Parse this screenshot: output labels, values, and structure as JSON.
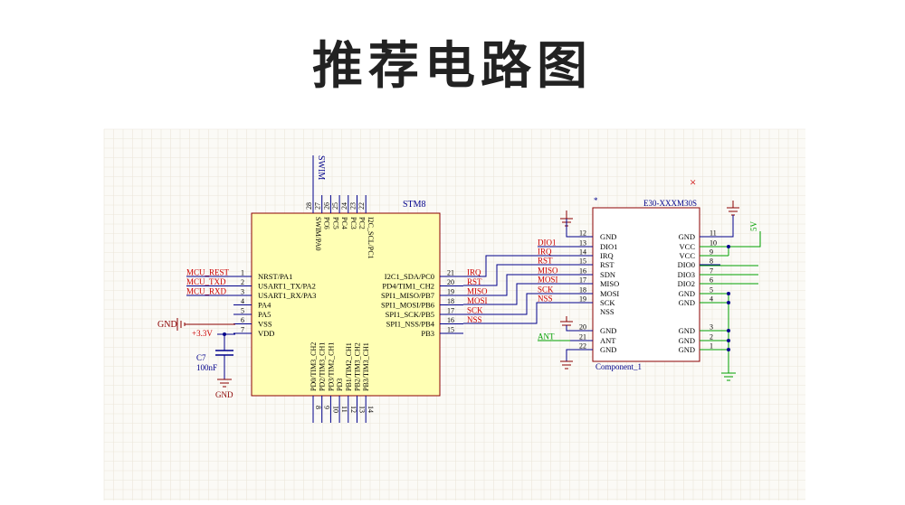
{
  "title": "推荐电路图",
  "colors": {
    "grid": "#e6e0d4",
    "chip_fill": "#ffffb4",
    "chip_border": "#8b0000",
    "wire": "#00008b",
    "net": "#cc0000",
    "green": "#00a000"
  },
  "stm8": {
    "name": "STM8",
    "top_pins": [
      {
        "num": "28",
        "name": "SWIM/PA0"
      },
      {
        "num": "27",
        "name": "PC6"
      },
      {
        "num": "26",
        "name": "PC5"
      },
      {
        "num": "25",
        "name": "PC4"
      },
      {
        "num": "24",
        "name": "PC3"
      },
      {
        "num": "23",
        "name": "PC2"
      },
      {
        "num": "22",
        "name": "I2C_SCL/PC1"
      }
    ],
    "left_pins": [
      {
        "num": "1",
        "name": "NRST/PA1",
        "net": "MCU_REST"
      },
      {
        "num": "2",
        "name": "USART1_TX/PA2",
        "net": "MCU_TXD"
      },
      {
        "num": "3",
        "name": "USART1_RX/PA3",
        "net": "MCU_RXD"
      },
      {
        "num": "4",
        "name": "PA4",
        "net": ""
      },
      {
        "num": "5",
        "name": "PA5",
        "net": ""
      },
      {
        "num": "6",
        "name": "VSS",
        "net": ""
      },
      {
        "num": "7",
        "name": "VDD",
        "net": ""
      }
    ],
    "right_pins": [
      {
        "num": "21",
        "name": "I2C1_SDA/PC0",
        "net": "IRQ"
      },
      {
        "num": "20",
        "name": "PD4/TIM1_CH2",
        "net": "RST"
      },
      {
        "num": "19",
        "name": "SPI1_MISO/PB7",
        "net": "MISO"
      },
      {
        "num": "18",
        "name": "SPI1_MOSI/PB6",
        "net": "MOSI"
      },
      {
        "num": "17",
        "name": "SPI1_SCK/PB5",
        "net": "SCK"
      },
      {
        "num": "16",
        "name": "SPI1_NSS/PB4",
        "net": "NSS"
      },
      {
        "num": "15",
        "name": "PB3",
        "net": ""
      }
    ],
    "bottom_pins": [
      {
        "num": "8",
        "name": "PD0/TIM3_CH2"
      },
      {
        "num": "9",
        "name": "PD2/TIM3_CH1"
      },
      {
        "num": "10",
        "name": "PD3/TIM2_CH1"
      },
      {
        "num": "11",
        "name": "PD3"
      },
      {
        "num": "12",
        "name": "PB1/TIM2_CH1"
      },
      {
        "num": "13",
        "name": "PB2/TIM3_CH2"
      },
      {
        "num": "14",
        "name": "PB3/TIM3_CH1"
      }
    ]
  },
  "swim_label": "SWIM",
  "gnd_left_label": "GND",
  "vdd_label": "+3.3V",
  "cap": {
    "name": "C7",
    "value": "100nF",
    "gnd": "GND"
  },
  "e30": {
    "name": "E30-XXXM30S",
    "footer": "Component_1",
    "star": "*",
    "cross": "×",
    "left_pins": [
      {
        "num": "12",
        "name": "GND",
        "net": ""
      },
      {
        "num": "13",
        "name": "DIO1",
        "net": "DIO1"
      },
      {
        "num": "14",
        "name": "IRQ",
        "net": "IRQ"
      },
      {
        "num": "15",
        "name": "RST",
        "net": "RST"
      },
      {
        "num": "16",
        "name": "SDN",
        "net": "MISO"
      },
      {
        "num": "17",
        "name": "MISO",
        "net": "MOSI"
      },
      {
        "num": "18",
        "name": "MOSI",
        "net": "SCK"
      },
      {
        "num": "19",
        "name": "SCK",
        "net": "NSS"
      },
      {
        "num": "",
        "name": "NSS",
        "net": ""
      },
      {
        "num": "20",
        "name": "GND",
        "net": ""
      },
      {
        "num": "21",
        "name": "ANT",
        "net": "ANT"
      },
      {
        "num": "22",
        "name": "GND",
        "net": ""
      }
    ],
    "right_pins": [
      {
        "num": "11",
        "name": "GND"
      },
      {
        "num": "10",
        "name": "VCC"
      },
      {
        "num": "9",
        "name": "VCC"
      },
      {
        "num": "8",
        "name": "DIO0"
      },
      {
        "num": "7",
        "name": "DIO3"
      },
      {
        "num": "6",
        "name": "DIO2"
      },
      {
        "num": "5",
        "name": "GND"
      },
      {
        "num": "4",
        "name": "GND"
      },
      {
        "num": "",
        "name": ""
      },
      {
        "num": "3",
        "name": "GND"
      },
      {
        "num": "2",
        "name": "GND"
      },
      {
        "num": "1",
        "name": "GND"
      }
    ],
    "vcc_label": "5V"
  }
}
